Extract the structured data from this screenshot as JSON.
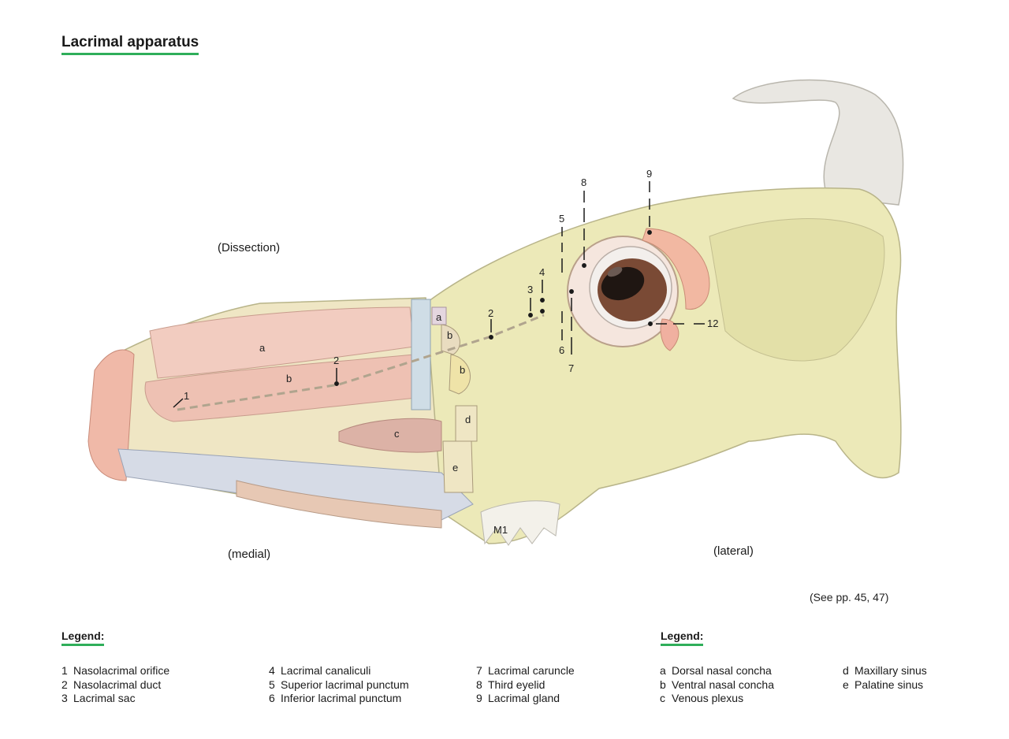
{
  "title": "Lacrimal apparatus",
  "view_labels": {
    "dissection": "(Dissection)",
    "medial": "(medial)",
    "lateral": "(lateral)",
    "see_pages": "(See pp. 45, 47)"
  },
  "callouts": {
    "n1": "1",
    "n2a": "2",
    "n2b": "2",
    "n3": "3",
    "n4": "4",
    "n5": "5",
    "n6": "6",
    "n7": "7",
    "n8": "8",
    "n9": "9",
    "n12": "12",
    "la": "a",
    "lb1": "b",
    "la2": "a",
    "lb2": "b",
    "lb3": "b",
    "lc": "c",
    "ld": "d",
    "le": "e",
    "m1": "M1"
  },
  "legend_numbers": {
    "heading": "Legend:",
    "columns": [
      [
        {
          "num": "1",
          "text": "Nasolacrimal orifice"
        },
        {
          "num": "2",
          "text": "Nasolacrimal duct"
        },
        {
          "num": "3",
          "text": "Lacrimal sac"
        }
      ],
      [
        {
          "num": "4",
          "text": "Lacrimal canaliculi"
        },
        {
          "num": "5",
          "text": "Superior lacrimal punctum"
        },
        {
          "num": "6",
          "text": "Inferior lacrimal punctum"
        }
      ],
      [
        {
          "num": "7",
          "text": "Lacrimal caruncle"
        },
        {
          "num": "8",
          "text": "Third eyelid"
        },
        {
          "num": "9",
          "text": "Lacrimal gland"
        }
      ]
    ]
  },
  "legend_letters": {
    "heading": "Legend:",
    "columns": [
      [
        {
          "num": "a",
          "text": "Dorsal nasal concha"
        },
        {
          "num": "b",
          "text": "Ventral nasal concha"
        },
        {
          "num": "c",
          "text": "Venous plexus"
        }
      ],
      [
        {
          "num": "d",
          "text": "Maxillary sinus"
        },
        {
          "num": "e",
          "text": "Palatine sinus"
        }
      ]
    ]
  },
  "colors": {
    "accent_underline": "#2fae5a",
    "bone": "#ece9b8",
    "concha": "#efc8b8",
    "eye_iris": "#7a4a35",
    "gland": "#f2b8a2"
  }
}
